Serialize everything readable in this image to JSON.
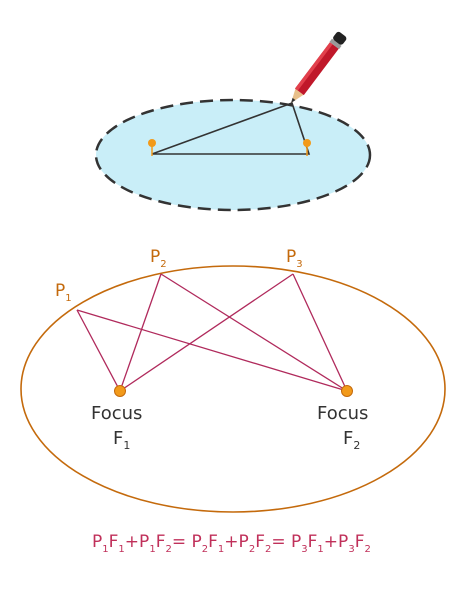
{
  "colors": {
    "ellipse_fill_top": "#c9eef8",
    "ellipse_stroke_top": "#333333",
    "string": "#333333",
    "pin": "#f29a1a",
    "ellipse_stroke_bottom": "#c46a0c",
    "lines": "#b02a5c",
    "focus_dot": "#f29a1a",
    "point_label": "#c46a0c",
    "focus_label": "#333333",
    "equation": "#c0305a",
    "pencil_body": "#c0182a",
    "pencil_cap": "#222222"
  },
  "icons": {
    "pencil": "pencil-icon",
    "pin": "pin-icon"
  },
  "points": [
    {
      "label": "P",
      "sub": "1"
    },
    {
      "label": "P",
      "sub": "2"
    },
    {
      "label": "P",
      "sub": "3"
    }
  ],
  "foci": [
    {
      "word": "Focus",
      "label": "F",
      "sub": "1"
    },
    {
      "word": "Focus",
      "label": "F",
      "sub": "2"
    }
  ],
  "equation": [
    {
      "t": "P",
      "s": "1"
    },
    {
      "t": "F",
      "s": "1"
    },
    {
      "t": "+",
      "s": ""
    },
    {
      "t": "P",
      "s": "1"
    },
    {
      "t": "F",
      "s": "2"
    },
    {
      "t": "= ",
      "s": ""
    },
    {
      "t": "P",
      "s": "2"
    },
    {
      "t": "F",
      "s": "1"
    },
    {
      "t": "+",
      "s": ""
    },
    {
      "t": "P",
      "s": "2"
    },
    {
      "t": "F",
      "s": "2"
    },
    {
      "t": "= ",
      "s": ""
    },
    {
      "t": "P",
      "s": "3"
    },
    {
      "t": "F",
      "s": "1"
    },
    {
      "t": "+",
      "s": ""
    },
    {
      "t": "P",
      "s": "3"
    },
    {
      "t": "F",
      "s": "2"
    }
  ]
}
